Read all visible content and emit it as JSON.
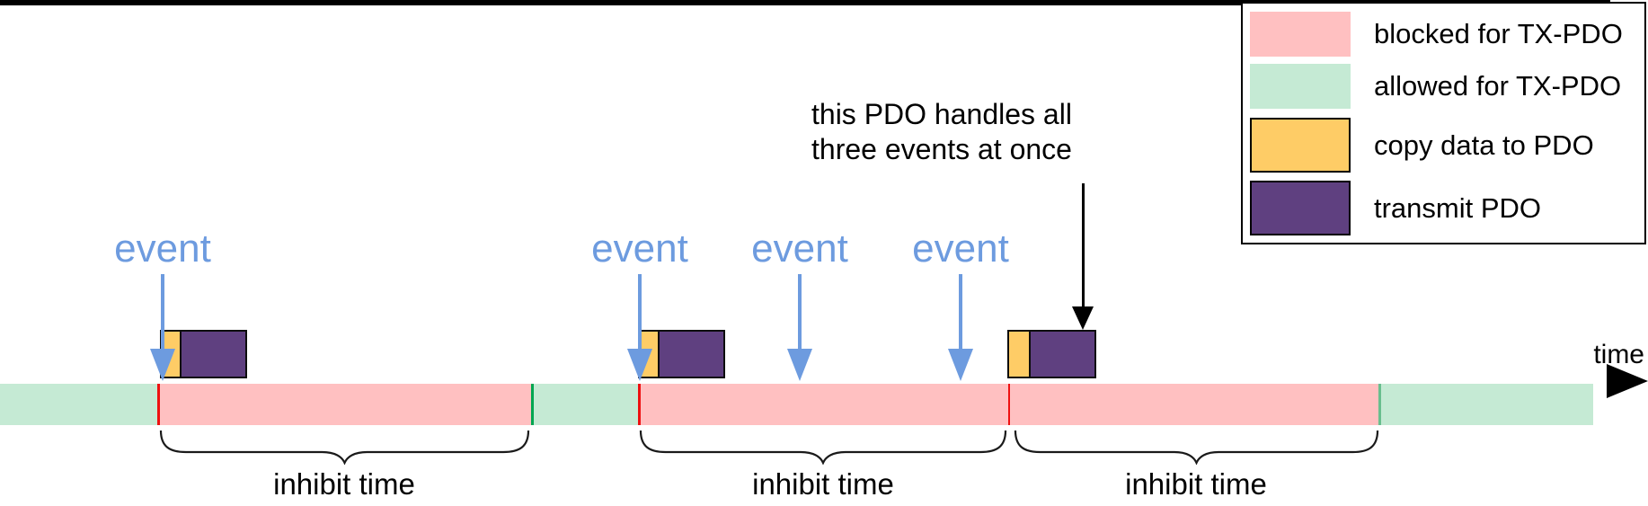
{
  "colors": {
    "blocked_pink": "#FFC0C1",
    "allowed_green": "#C5EAD4",
    "copy_yellow": "#FECC66",
    "transmit_purple": "#5F4080",
    "event_blue": "#6D9BDF",
    "divider_red": "#EE1111",
    "divider_green_bright": "#00A651",
    "divider_green_soft": "#69BE8E",
    "axis_black": "#000000"
  },
  "legend": {
    "items": [
      {
        "label": "blocked for TX-PDO",
        "swatch": "blocked_pink"
      },
      {
        "label": "allowed for TX-PDO",
        "swatch": "allowed_green"
      },
      {
        "label": "copy data to PDO",
        "swatch": "copy_yellow"
      },
      {
        "label": "transmit PDO",
        "swatch": "transmit_purple"
      }
    ]
  },
  "annotation": {
    "line1": "this PDO handles all",
    "line2": "three events at once"
  },
  "events": [
    {
      "label": "event"
    },
    {
      "label": "event"
    },
    {
      "label": "event"
    },
    {
      "label": "event"
    }
  ],
  "timeline": {
    "time_label": "time",
    "segments": [
      {
        "state": "allowed for TX-PDO"
      },
      {
        "state": "blocked for TX-PDO"
      },
      {
        "state": "allowed for TX-PDO"
      },
      {
        "state": "blocked for TX-PDO"
      },
      {
        "state": "allowed for TX-PDO"
      }
    ]
  },
  "braces": [
    {
      "label": "inhibit time"
    },
    {
      "label": "inhibit time"
    },
    {
      "label": "inhibit time"
    }
  ]
}
